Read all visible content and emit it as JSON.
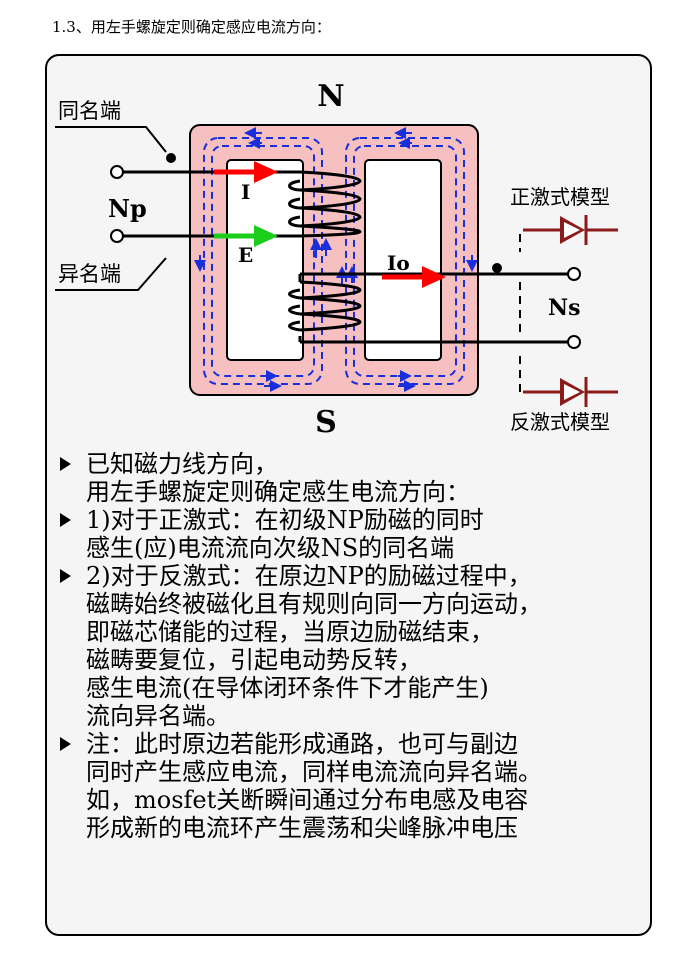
{
  "heading": "1.3、用左手螺旋定则确定感应电流方向：",
  "diagram": {
    "north_label": "N",
    "south_label": "S",
    "same_terminal_label": "同名端",
    "opposite_terminal_label": "异名端",
    "primary_label": "Np",
    "secondary_label": "Ns",
    "current_i_label": "I",
    "emf_e_label": "E",
    "output_current_label": "Io",
    "forward_model_label": "正激式模型",
    "flyback_model_label": "反激式模型",
    "colors": {
      "core_fill": "#f7c0c0",
      "flux_lines": "#1a2fdc",
      "current_arrow": "#ff0000",
      "emf_arrow": "#1ccd1c",
      "diode": "#8b1a1a"
    }
  },
  "bullets": [
    {
      "lines": [
        "已知磁力线方向，",
        "用左手螺旋定则确定感生电流方向："
      ]
    },
    {
      "lines": [
        "1)对于正激式：在初级NP励磁的同时",
        "感生(应)电流流向次级NS的同名端"
      ]
    },
    {
      "lines": [
        "2)对于反激式：在原边NP的励磁过程中，",
        "磁畴始终被磁化且有规则向同一方向运动，",
        "即磁芯储能的过程，当原边励磁结束，",
        "磁畴要复位，引起电动势反转，",
        "感生电流(在导体闭环条件下才能产生)",
        "流向异名端。"
      ]
    },
    {
      "lines": [
        "注：此时原边若能形成通路，也可与副边",
        "同时产生感应电流，同样电流流向异名端。",
        "如，mosfet关断瞬间通过分布电感及电容",
        "形成新的电流环产生震荡和尖峰脉冲电压"
      ]
    }
  ]
}
